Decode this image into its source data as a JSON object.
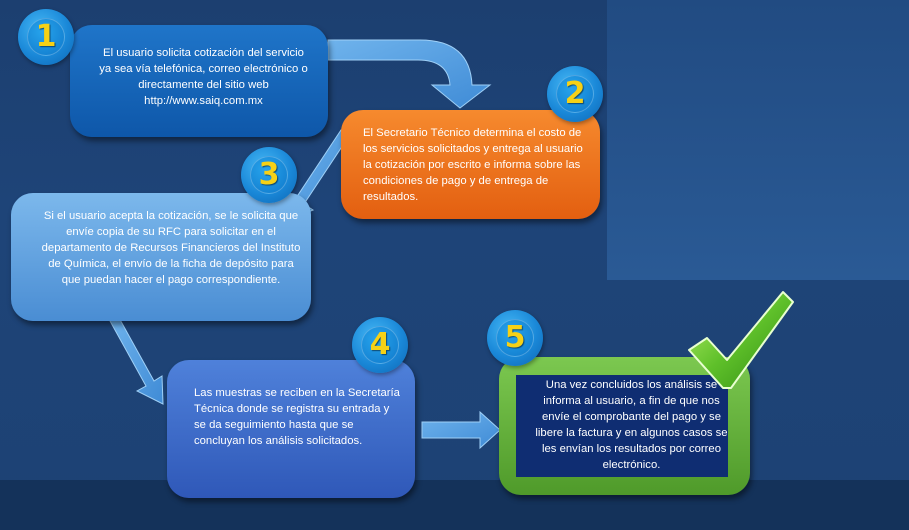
{
  "steps": [
    {
      "number": "1",
      "text": "El usuario solicita cotización del servicio ya sea vía telefónica, correo electrónico o directamente del sitio web http://www.saiq.com.mx",
      "color": "#0e63b7"
    },
    {
      "number": "2",
      "text": "El Secretario Técnico determina el costo de los servicios solicitados y entrega al usuario la cotización por escrito e informa sobre las condiciones de pago y de entrega de resultados.",
      "color": "#f0701c"
    },
    {
      "number": "3",
      "text": "Si el usuario acepta la cotización, se le solicita que envíe copia de su RFC para solicitar en el departamento de Recursos Financieros del Instituto de Química, el envío de la ficha de depósito para que puedan hacer el pago correspondiente.",
      "color": "#5c9fe0"
    },
    {
      "number": "4",
      "text": "Las muestras se reciben en la Secretaría Técnica donde se registra su entrada y se da seguimiento hasta que se concluyan los análisis solicitados.",
      "color": "#3b66c6"
    },
    {
      "number": "5",
      "text": "Una vez concluidos los análisis se informa al usuario, a fin de que nos envíe el comprobante del pago y se libere la factura y en algunos casos se les envían los resultados por correo electrónico.",
      "color": "#62b037"
    }
  ],
  "icons": {
    "checkmark": "green-checkmark-icon"
  },
  "colors": {
    "background": "#1d4274",
    "arrow": "#5aa2e2",
    "badge_number": "#f6d116"
  }
}
